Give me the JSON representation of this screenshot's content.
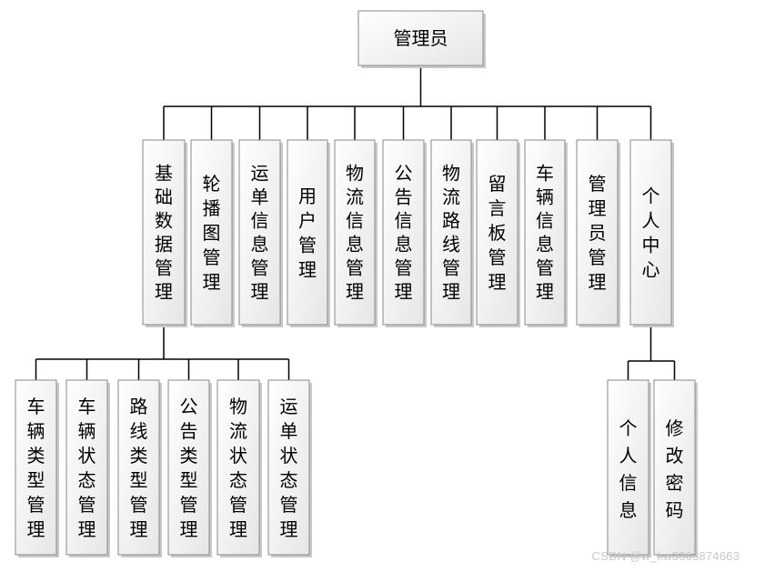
{
  "root": {
    "label": "管理员"
  },
  "level1": [
    {
      "id": "base",
      "label": "基础数据管理"
    },
    {
      "id": "carousel",
      "label": "轮播图管理"
    },
    {
      "id": "waybill",
      "label": "运单信息管理"
    },
    {
      "id": "user",
      "label": "用户管理"
    },
    {
      "id": "logistics",
      "label": "物流信息管理"
    },
    {
      "id": "notice",
      "label": "公告信息管理"
    },
    {
      "id": "route",
      "label": "物流路线管理"
    },
    {
      "id": "message",
      "label": "留言板管理"
    },
    {
      "id": "vehicle",
      "label": "车辆信息管理"
    },
    {
      "id": "admin",
      "label": "管理员管理"
    },
    {
      "id": "personal",
      "label": "个人中心"
    }
  ],
  "level2": {
    "base": [
      {
        "label": "车辆类型管理"
      },
      {
        "label": "车辆状态管理"
      },
      {
        "label": "路线类型管理"
      },
      {
        "label": "公告类型管理"
      },
      {
        "label": "物流状态管理"
      },
      {
        "label": "运单状态管理"
      }
    ],
    "personal": [
      {
        "label": "个人信息"
      },
      {
        "label": "修改密码"
      }
    ]
  },
  "watermark": "CSDN @w_kw3363874663"
}
